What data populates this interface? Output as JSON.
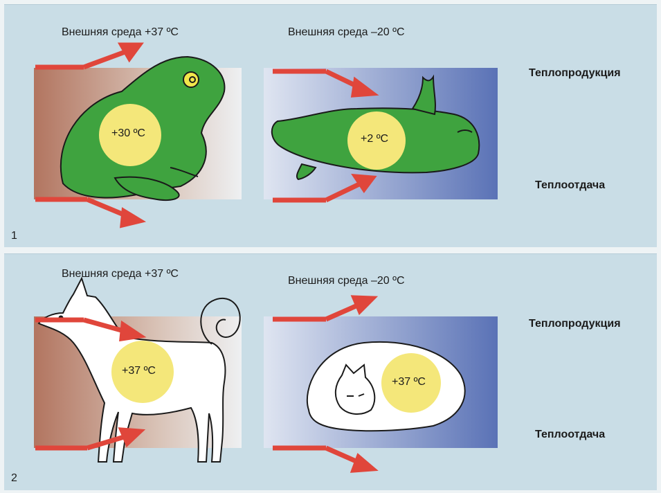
{
  "panel1": {
    "number": "1",
    "left_env": "Внешняя среда +37 ºС",
    "right_env": "Внешняя среда –20 ºС",
    "heat_production": "Теплопродукция",
    "heat_loss": "Теплоотдача",
    "left_body_temp": "+30 ºС",
    "right_body_temp": "+2 ºС"
  },
  "panel2": {
    "number": "2",
    "left_env": "Внешняя среда +37 ºС",
    "right_env": "Внешняя среда –20 ºС",
    "heat_production": "Теплопродукция",
    "heat_loss": "Теплоотдача",
    "left_body_temp": "+37 ºС",
    "right_body_temp": "+37 ºС"
  },
  "colors": {
    "warm_gradient_start": "#b67a62",
    "warm_gradient_end": "#e8ecef",
    "cold_gradient_start": "#d3dcee",
    "cold_gradient_end": "#5b74b8",
    "arrow": "#e0463b",
    "body_circle": "#f4e77a",
    "frog_green": "#3fa33f"
  }
}
